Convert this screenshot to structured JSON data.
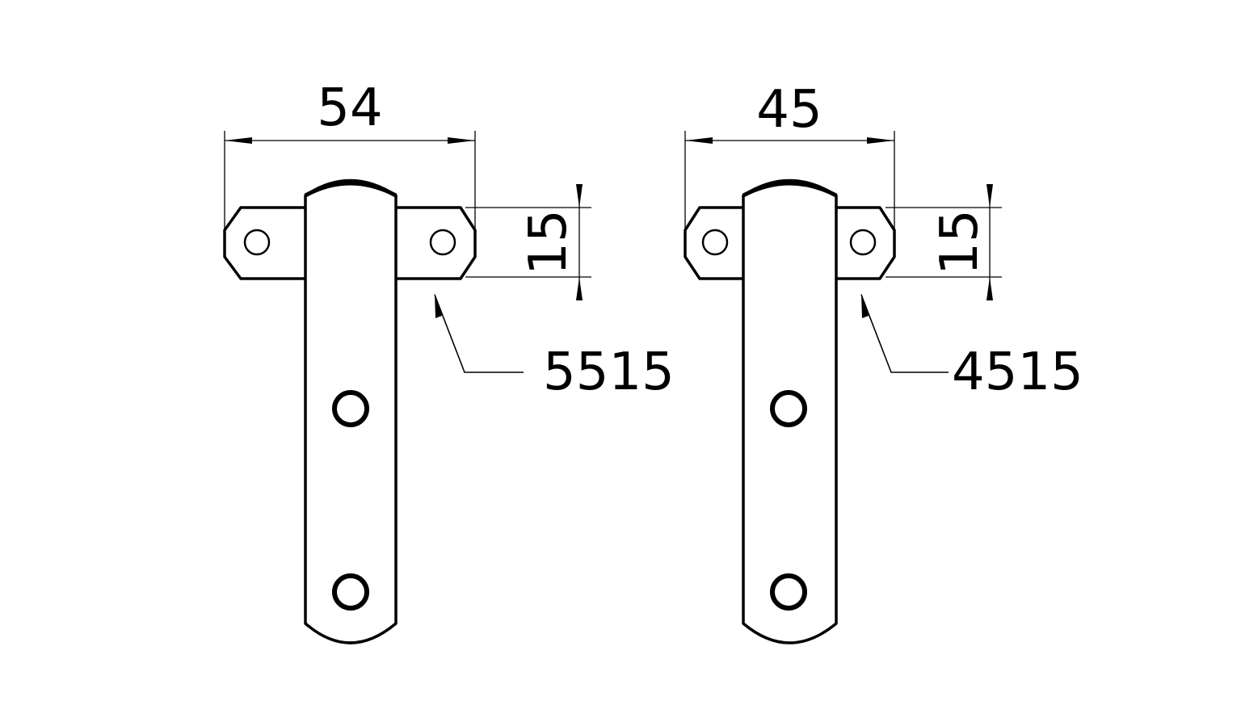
{
  "drawing": {
    "left_part": {
      "width_dimension": "54",
      "height_dimension": "15",
      "callout": "5515"
    },
    "right_part": {
      "width_dimension": "45",
      "height_dimension": "15",
      "callout": "4515"
    }
  }
}
